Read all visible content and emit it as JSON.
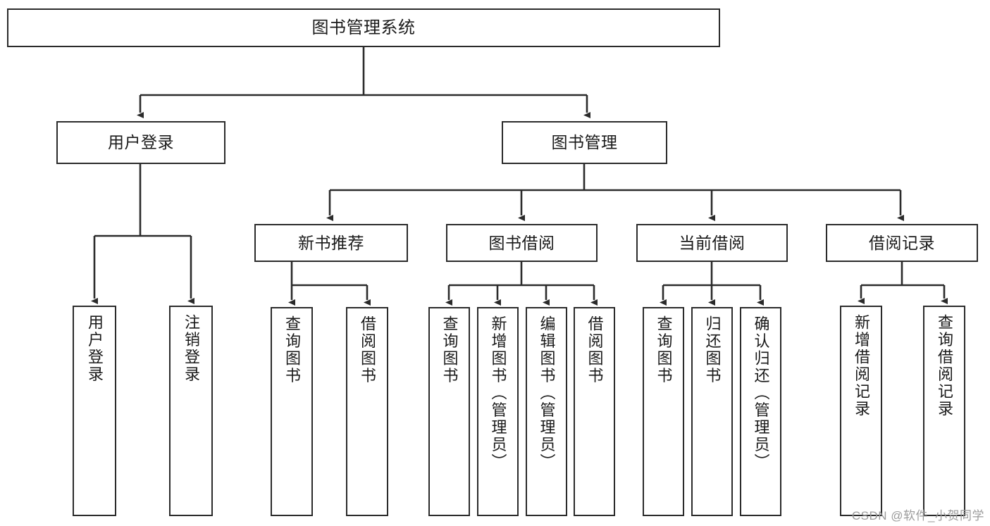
{
  "diagram": {
    "type": "tree-hierarchy",
    "title": "图书管理系统",
    "edge_color": "#2b2b2b",
    "node_border_color": "#2b2b2b",
    "node_fill_color": "#ffffff",
    "text_color": "#1a1a1a",
    "watermark": "CSDN @软件_小贺同学",
    "levels": 4,
    "nodes": {
      "root": {
        "label": "图书管理系统",
        "orientation": "horizontal"
      },
      "l1": [
        {
          "id": "user-login",
          "label": "用户登录",
          "orientation": "horizontal"
        },
        {
          "id": "book-manage",
          "label": "图书管理",
          "orientation": "horizontal"
        }
      ],
      "l2": [
        {
          "id": "new-book-recommend",
          "label": "新书推荐",
          "orientation": "horizontal",
          "parent": "book-manage"
        },
        {
          "id": "book-borrow",
          "label": "图书借阅",
          "orientation": "horizontal",
          "parent": "book-manage"
        },
        {
          "id": "current-borrow",
          "label": "当前借阅",
          "orientation": "horizontal",
          "parent": "book-manage"
        },
        {
          "id": "borrow-record",
          "label": "借阅记录",
          "orientation": "horizontal",
          "parent": "book-manage"
        }
      ],
      "leaves": [
        {
          "id": "leaf-user-login",
          "label": "用户登录",
          "parent": "user-login",
          "orientation": "vertical"
        },
        {
          "id": "leaf-user-logout",
          "label": "注销登录",
          "parent": "user-login",
          "orientation": "vertical"
        },
        {
          "id": "leaf-query-book-1",
          "label": "查询图书",
          "parent": "new-book-recommend",
          "orientation": "vertical"
        },
        {
          "id": "leaf-borrow-book-1",
          "label": "借阅图书",
          "parent": "new-book-recommend",
          "orientation": "vertical"
        },
        {
          "id": "leaf-query-book-2",
          "label": "查询图书",
          "parent": "book-borrow",
          "orientation": "vertical"
        },
        {
          "id": "leaf-add-book",
          "label": "新增图书（管理员）",
          "parent": "book-borrow",
          "orientation": "vertical"
        },
        {
          "id": "leaf-edit-book",
          "label": "编辑图书（管理员）",
          "parent": "book-borrow",
          "orientation": "vertical"
        },
        {
          "id": "leaf-borrow-book-2",
          "label": "借阅图书",
          "parent": "book-borrow",
          "orientation": "vertical"
        },
        {
          "id": "leaf-query-book-3",
          "label": "查询图书",
          "parent": "current-borrow",
          "orientation": "vertical"
        },
        {
          "id": "leaf-return-book",
          "label": "归还图书",
          "parent": "current-borrow",
          "orientation": "vertical"
        },
        {
          "id": "leaf-confirm-return",
          "label": "确认归还（管理员）",
          "parent": "current-borrow",
          "orientation": "vertical"
        },
        {
          "id": "leaf-add-record",
          "label": "新增借阅记录",
          "parent": "borrow-record",
          "orientation": "vertical"
        },
        {
          "id": "leaf-query-record",
          "label": "查询借阅记录",
          "parent": "borrow-record",
          "orientation": "vertical"
        }
      ]
    }
  }
}
